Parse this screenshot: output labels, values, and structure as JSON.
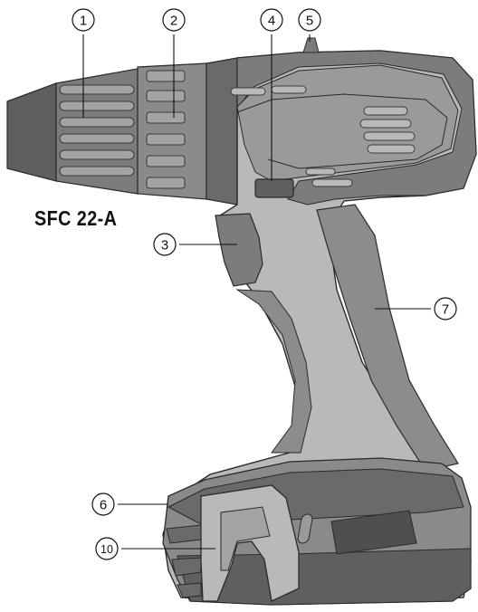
{
  "model": "SFC 22-A",
  "callouts": [
    {
      "id": "1",
      "label": "1"
    },
    {
      "id": "2",
      "label": "2"
    },
    {
      "id": "3",
      "label": "3"
    },
    {
      "id": "4",
      "label": "4"
    },
    {
      "id": "5",
      "label": "5"
    },
    {
      "id": "6",
      "label": "6"
    },
    {
      "id": "7",
      "label": "7"
    },
    {
      "id": "10",
      "label": "10"
    }
  ],
  "colors": {
    "body_light": "#b9b9b9",
    "body_mid": "#a3a3a3",
    "body_dark": "#7c7c7c",
    "body_darker": "#5f5f5f",
    "outline": "#2a2a2a"
  }
}
